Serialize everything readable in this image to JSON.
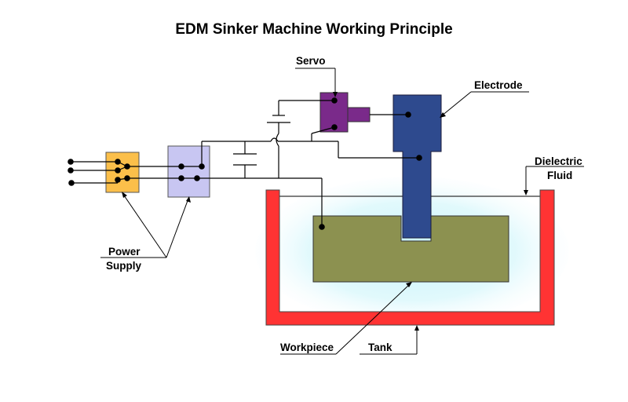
{
  "title": "EDM Sinker Machine Working Principle",
  "labels": {
    "servo": "Servo",
    "electrode": "Electrode",
    "dielectric_line1": "Dielectric",
    "dielectric_line2": "Fluid",
    "power_line1": "Power",
    "power_line2": "Supply",
    "workpiece": "Workpiece",
    "tank": "Tank"
  },
  "colors": {
    "tank": "#ff3333",
    "workpiece": "#8c9150",
    "electrode": "#2e4a8e",
    "servo": "#7a2a8a",
    "power_box_1": "#fbbf4a",
    "power_box_2": "#c8c6f2",
    "fluid_glow": "#d8f6fa"
  }
}
